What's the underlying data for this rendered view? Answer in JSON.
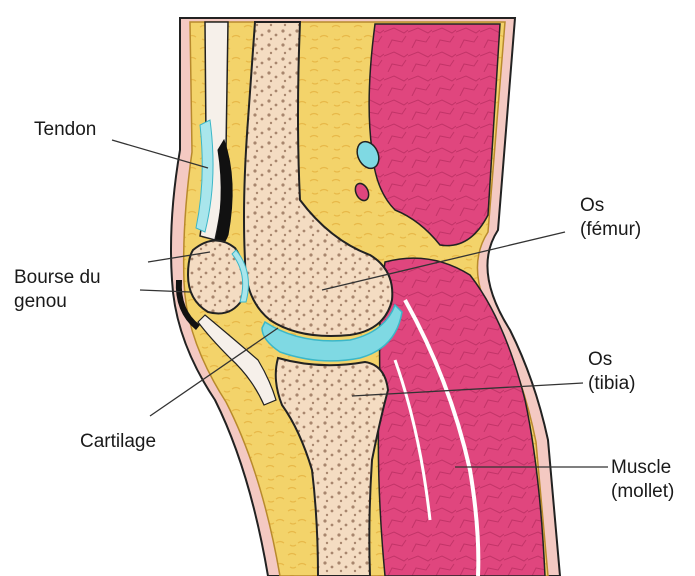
{
  "labels": {
    "tendon": "Tendon",
    "bursa_line1": "Bourse du",
    "bursa_line2": "genou",
    "cartilage": "Cartilage",
    "femur_line1": "Os",
    "femur_line2": "(fémur)",
    "tibia_line1": "Os",
    "tibia_line2": "(tibia)",
    "muscle_line1": "Muscle",
    "muscle_line2": "(mollet)"
  },
  "colors": {
    "fat": "#f3d36a",
    "fat_dark": "#d9a93a",
    "skin": "#f4c9c2",
    "skin_dark": "#d8928a",
    "bone": "#f4dcc2",
    "bone_spots": "#a8866e",
    "cartilage": "#a9e6ec",
    "cartilage_dark": "#3bb7c8",
    "muscle": "#e0467e",
    "muscle_light": "#f06ea0",
    "outline": "#222222",
    "leader": "#333333"
  }
}
